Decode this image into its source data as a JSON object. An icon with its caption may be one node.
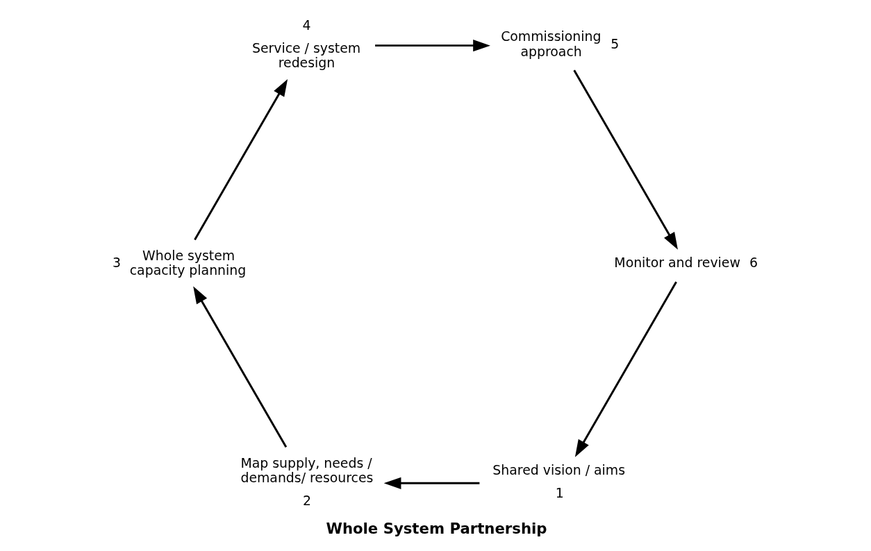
{
  "diagram": {
    "caption": "Whole System Partnership",
    "nodes": [
      {
        "text": [
          "Shared vision / aims"
        ],
        "beside": [
          "1"
        ]
      },
      {
        "text": [
          "Map supply, needs / demands/ resources"
        ],
        "beside": [
          "2"
        ]
      },
      {
        "text": [
          "Whole system capacity planning"
        ],
        "beside": [
          "3"
        ]
      },
      {
        "text": [
          "Service / system redesign"
        ],
        "beside": [
          "4"
        ]
      },
      {
        "text": [
          "Commissioning approach"
        ],
        "beside": [
          "5"
        ]
      },
      {
        "text": [
          "Monitor and review"
        ],
        "beside": [
          "6"
        ]
      }
    ],
    "edges": [
      {
        "from": 0,
        "to": 1,
        "arrow": "to"
      },
      {
        "from": 1,
        "to": 2,
        "arrow": "to"
      },
      {
        "from": 2,
        "to": 3,
        "arrow": "to"
      },
      {
        "from": 3,
        "to": 4,
        "arrow": "to"
      },
      {
        "from": 4,
        "to": 5,
        "arrow": "to"
      },
      {
        "from": 5,
        "to": 0,
        "arrow": "to"
      }
    ]
  }
}
